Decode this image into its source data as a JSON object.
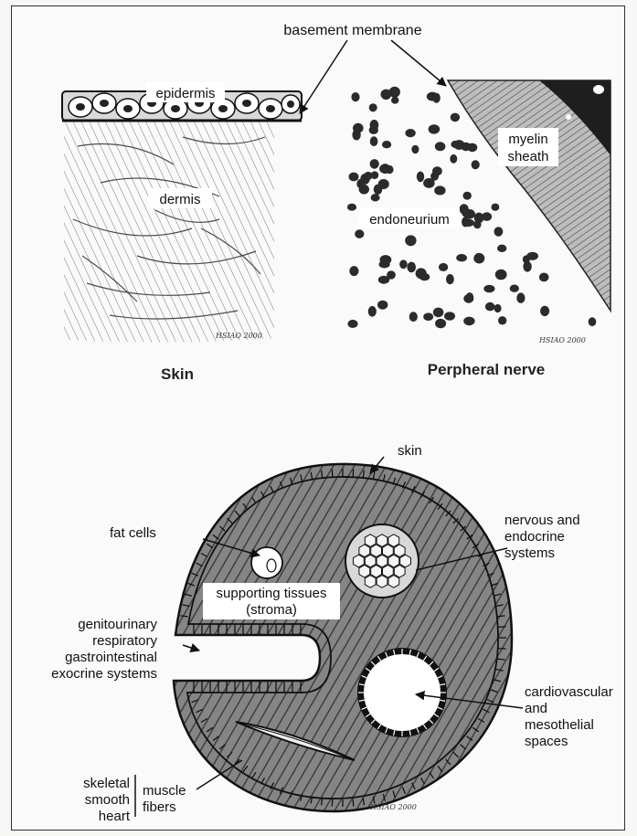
{
  "labels": {
    "basement_membrane": "basement membrane",
    "epidermis": "epidermis",
    "dermis": "dermis",
    "myelin_sheath_1": "myelin",
    "myelin_sheath_2": "sheath",
    "endoneurium": "endoneurium",
    "skin_caption": "Skin",
    "nerve_caption": "Perpheral nerve",
    "skin_top": "skin",
    "fat_cells": "fat cells",
    "nervous_1": "nervous and",
    "nervous_2": "endocrine",
    "nervous_3": "systems",
    "stroma_1": "supporting tissues",
    "stroma_2": "(stroma)",
    "visc_1": "genitourinary",
    "visc_2": "respiratory",
    "visc_3": "gastrointestinal",
    "visc_4": "exocrine systems",
    "cardio_1": "cardiovascular",
    "cardio_2": "and",
    "cardio_3": "mesothelial",
    "cardio_4": "spaces",
    "muscle_1": "skeletal",
    "muscle_2": "smooth",
    "muscle_3": "heart",
    "muscle_4": "muscle",
    "muscle_5": "fibers"
  },
  "signatures": {
    "skin": "HSIAO 2000",
    "nerve": "HSIAO 2000",
    "body": "HSIAO 2000"
  },
  "colors": {
    "ink": "#111111",
    "stroma": "#6f6f6f",
    "myelin": "#3c3c3c",
    "cells": "#2b2b2b"
  }
}
